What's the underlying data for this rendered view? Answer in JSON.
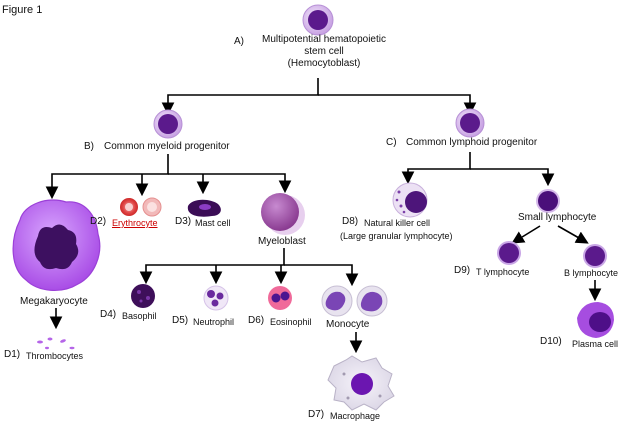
{
  "figure_title": "Figure 1",
  "stem": {
    "letter": "A)",
    "line1": "Multipotential hematopoietic",
    "line2": "stem cell",
    "line3": "(Hemocytoblast)"
  },
  "myeloid": {
    "letter": "B)",
    "name": "Common myeloid progenitor"
  },
  "lymphoid": {
    "letter": "C)",
    "name": "Common lymphoid progenitor"
  },
  "megakaryocyte": "Megakaryocyte",
  "thrombocytes": {
    "letter": "D1)",
    "name": "Thrombocytes"
  },
  "erythrocyte": {
    "letter": "D2)",
    "name": "Erythrocyte"
  },
  "mast_cell": {
    "letter": "D3)",
    "name": "Mast cell"
  },
  "myeloblast": "Myeloblast",
  "basophil": {
    "letter": "D4)",
    "name": "Basophil"
  },
  "neutrophil": {
    "letter": "D5)",
    "name": "Neutrophil"
  },
  "eosinophil": {
    "letter": "D6)",
    "name": "Eosinophil"
  },
  "monocyte": "Monocyte",
  "macrophage": {
    "letter": "D7)",
    "name": "Macrophage"
  },
  "nk_cell": {
    "letter": "D8)",
    "line1": "Natural killer cell",
    "line2": "(Large granular lymphocyte)"
  },
  "small_lymphocyte": "Small lymphocyte",
  "t_lymphocyte": {
    "letter": "D9)",
    "name": "T lymphocyte"
  },
  "b_lymphocyte": "B lymphocyte",
  "plasma_cell": {
    "letter": "D10)",
    "name": "Plasma cell"
  },
  "colors": {
    "cell_purple": "#5b1a8c",
    "cell_light": "#c9a6e6",
    "erythrocyte_red": "#d83030",
    "erythrocyte_text": "#cc0000"
  }
}
